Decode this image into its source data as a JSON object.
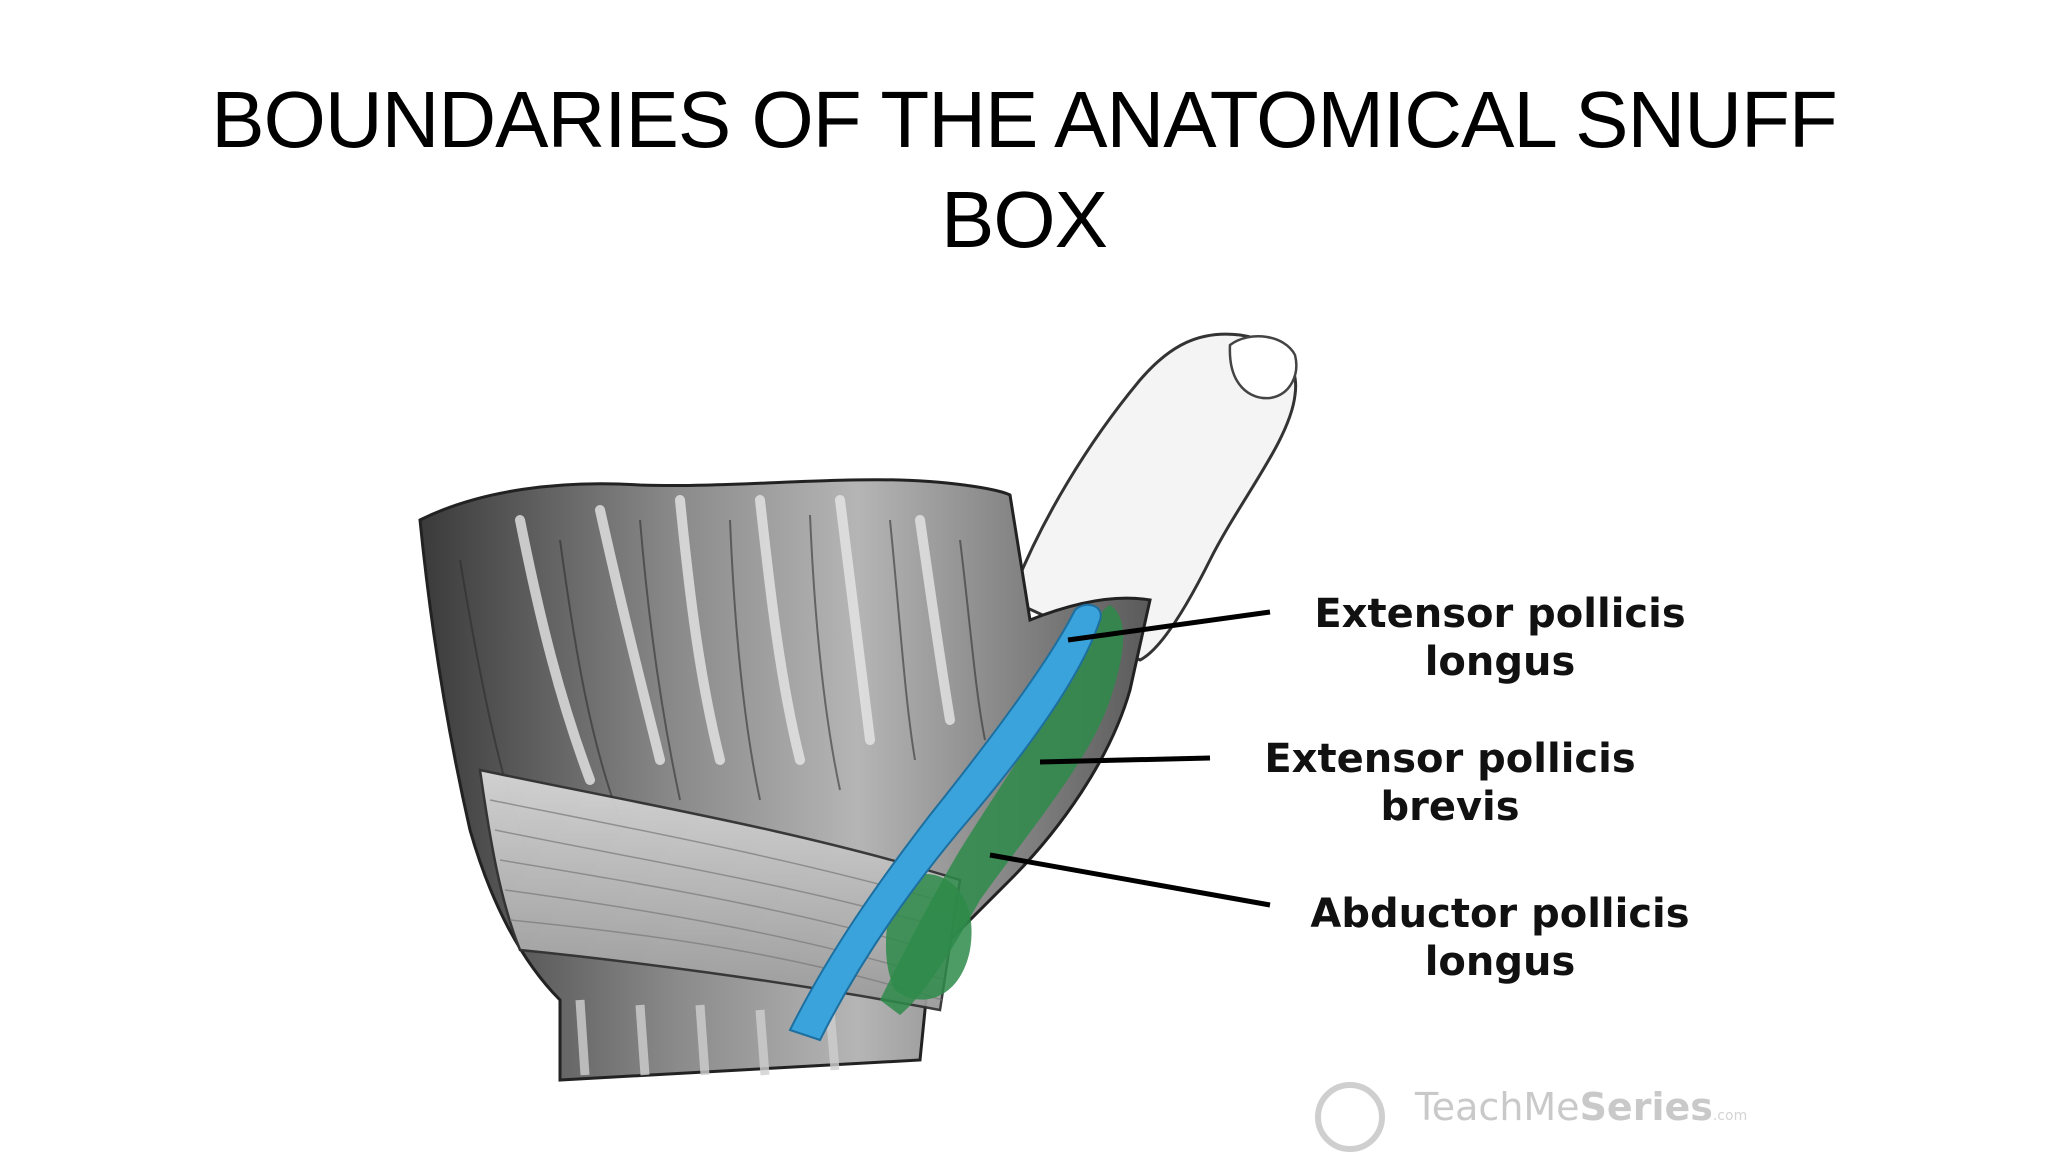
{
  "slide": {
    "title_lines": [
      "BOUNDARIES OF THE ANATOMICAL SNUFF",
      "BOX"
    ]
  },
  "diagram": {
    "labels": [
      {
        "id": "epl",
        "lines": [
          "Extensor pollicis",
          "longus"
        ],
        "color": "#3aa3dc"
      },
      {
        "id": "epb",
        "lines": [
          "Extensor pollicis",
          "brevis"
        ],
        "color": "#2e8b4a"
      },
      {
        "id": "apl",
        "lines": [
          "Abductor pollicis",
          "longus"
        ],
        "color": "#2e8b4a"
      }
    ],
    "watermark": {
      "symbol": "©",
      "brand_part1": "TeachMe",
      "brand_part2": "Series",
      "suffix": ".com"
    }
  }
}
